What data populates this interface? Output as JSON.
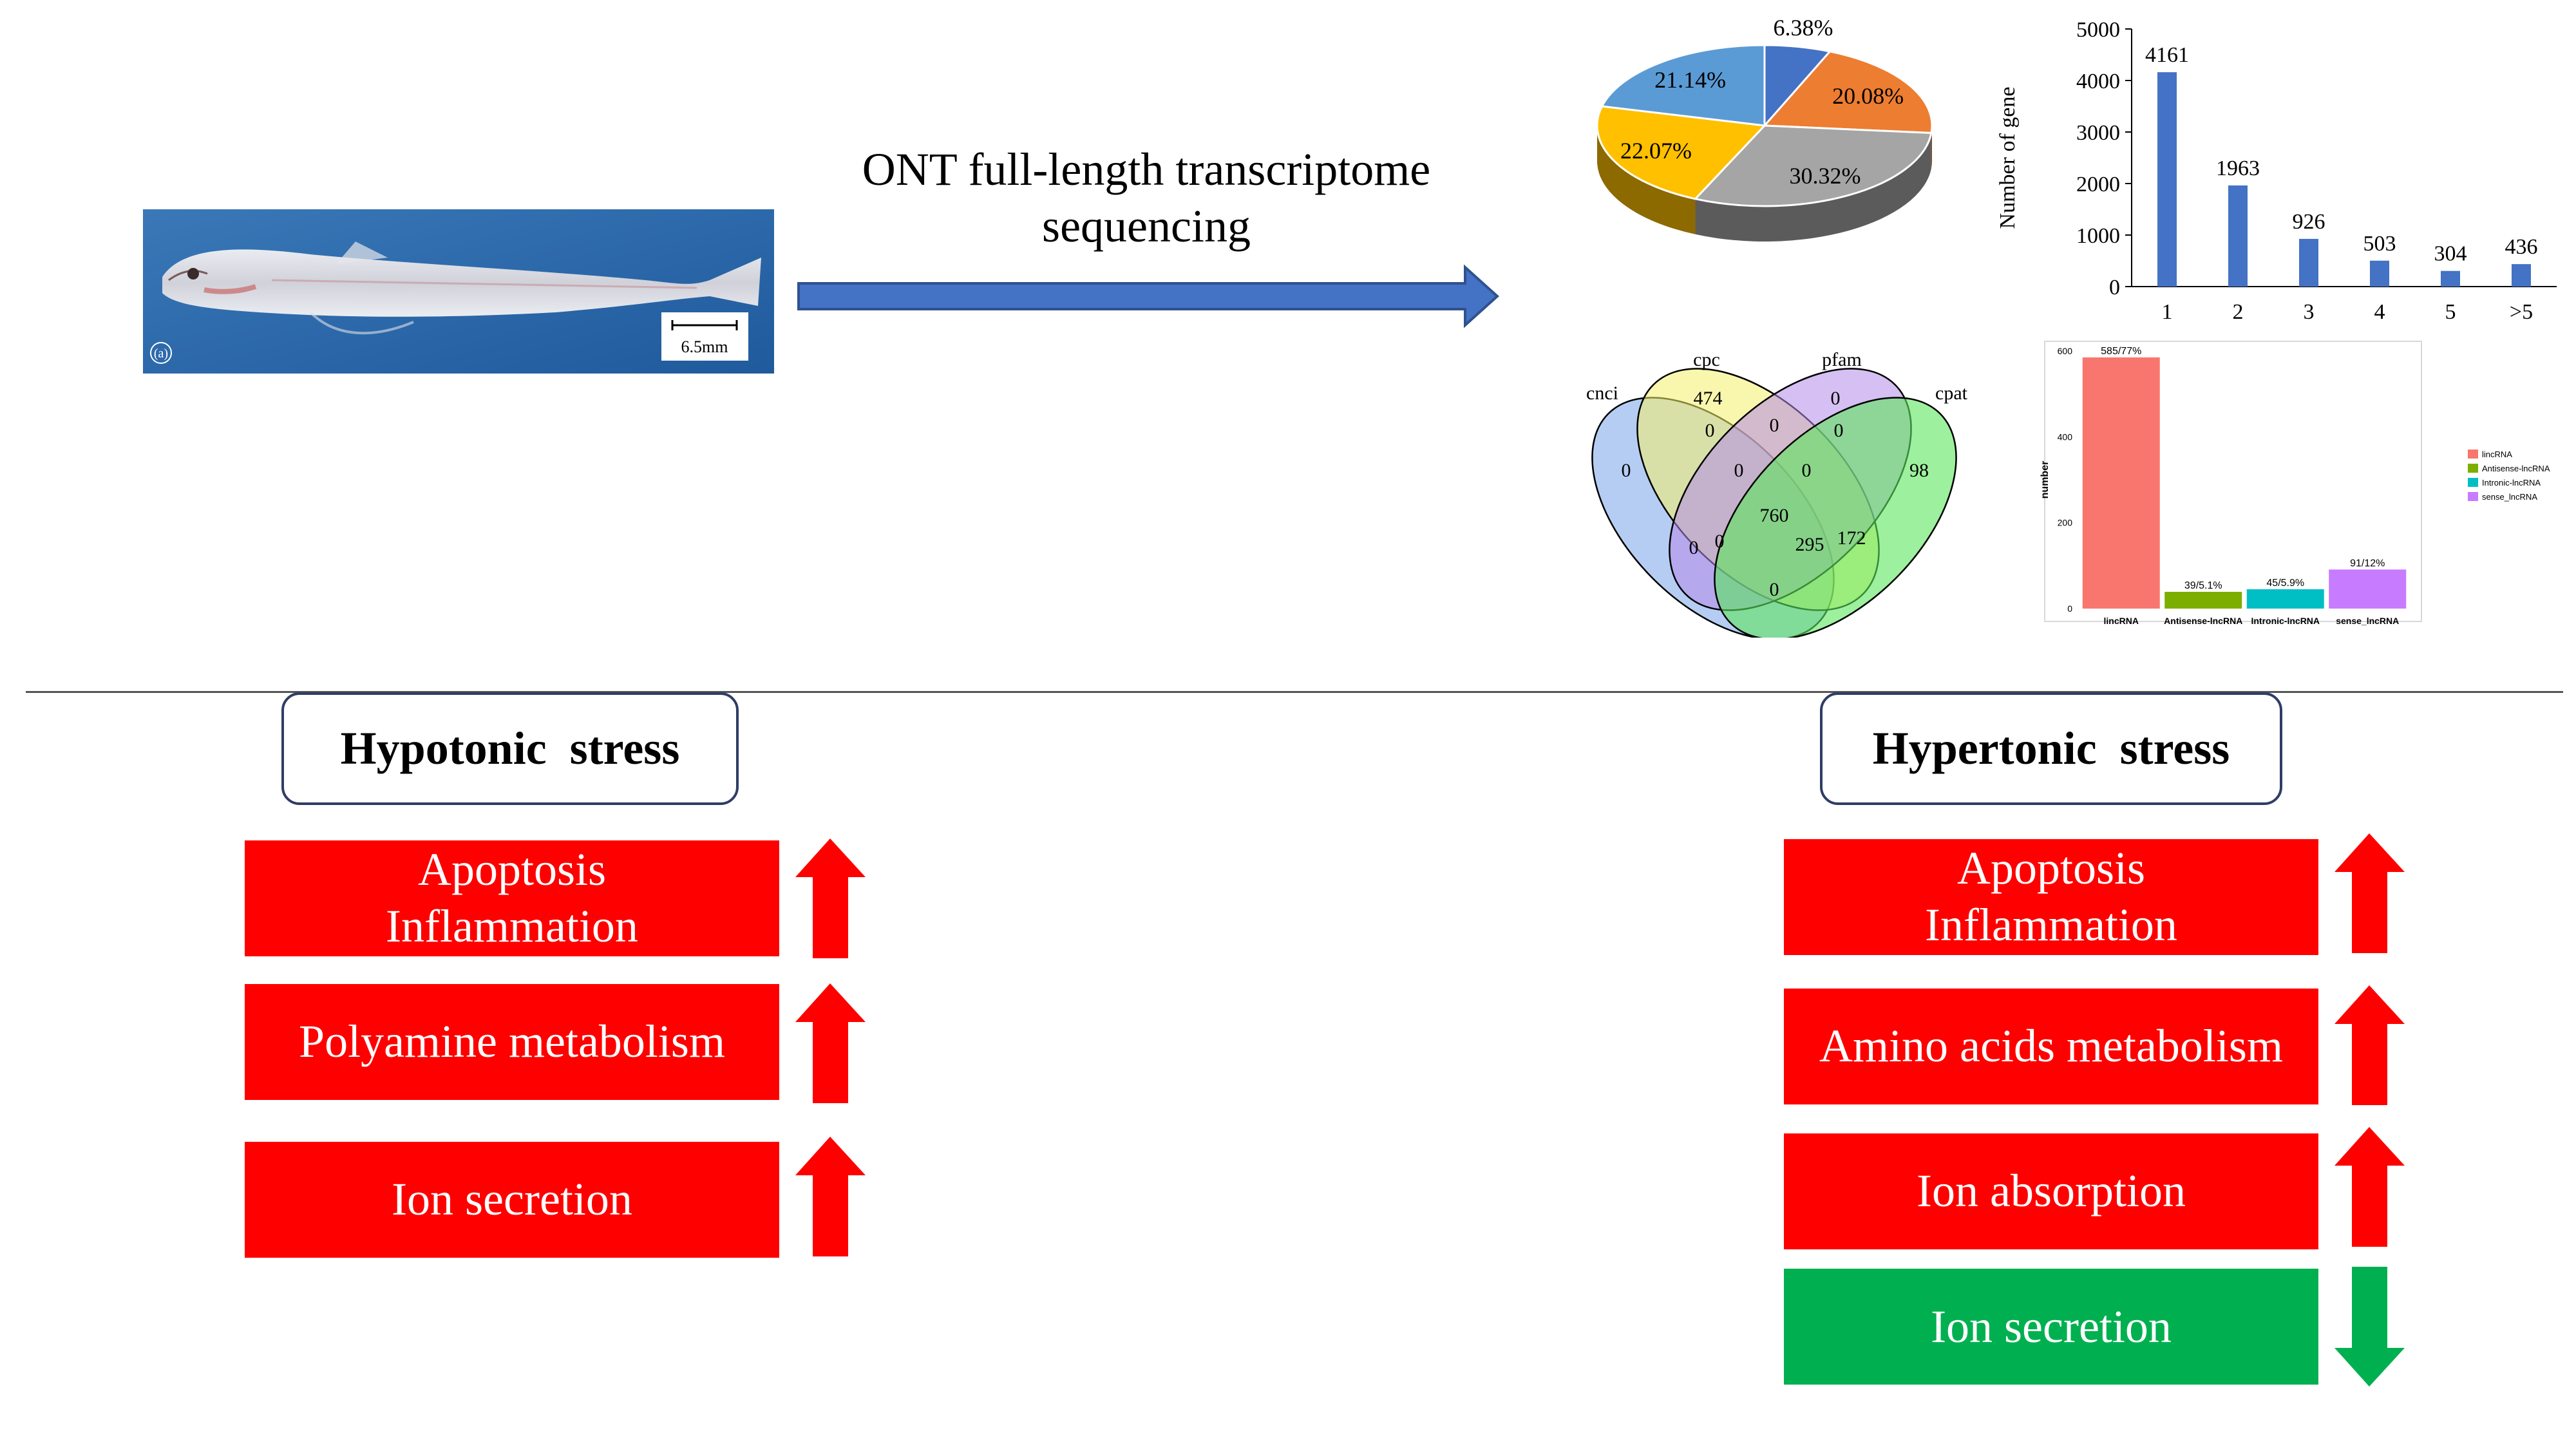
{
  "header": {
    "method_line1": "ONT full-length transcriptome",
    "method_line2": "sequencing"
  },
  "fish_photo": {
    "panel_label": "(a)",
    "scale_label": "6.5mm"
  },
  "pie": {
    "slices": [
      {
        "label": "6.38%",
        "value": 6.38,
        "color": "#4472c4"
      },
      {
        "label": "20.08%",
        "value": 20.08,
        "color": "#ed7d31"
      },
      {
        "label": "30.32%",
        "value": 30.32,
        "color": "#a5a5a5"
      },
      {
        "label": "22.07%",
        "value": 22.07,
        "color": "#ffc000"
      },
      {
        "label": "21.14%",
        "value": 21.14,
        "color": "#5b9bd5"
      }
    ]
  },
  "chart_data": [
    {
      "type": "bar",
      "ylabel": "Number of gene",
      "categories": [
        "1",
        "2",
        "3",
        "4",
        "5",
        ">5"
      ],
      "values": [
        4161,
        1963,
        926,
        503,
        304,
        436
      ],
      "ylim": [
        0,
        5000
      ],
      "yticks": [
        "0",
        "1000",
        "2000",
        "3000",
        "4000",
        "5000"
      ],
      "color": "#4472c4"
    },
    {
      "type": "bar",
      "ylabel": "number",
      "categories": [
        "lincRNA",
        "Antisense-lncRNA",
        "Intronic-lncRNA",
        "sense_lncRNA"
      ],
      "values": [
        585,
        39,
        45,
        91
      ],
      "labels": [
        "585/77%",
        "39/5.1%",
        "45/5.9%",
        "91/12%"
      ],
      "colors": [
        "#f8766d",
        "#7cae00",
        "#00bfc4",
        "#c77cff"
      ],
      "ylim": [
        0,
        600
      ],
      "yticks": [
        "0",
        "200",
        "400",
        "600"
      ],
      "legend": [
        "lincRNA",
        "Antisense-lncRNA",
        "Intronic-lncRNA",
        "sense_lncRNA"
      ],
      "legend_position": "right"
    }
  ],
  "venn": {
    "set_labels": [
      "cnci",
      "cpc",
      "pfam",
      "cpat"
    ],
    "regions": [
      "0",
      "474",
      "0",
      "98",
      "0",
      "0",
      "0",
      "0",
      "0",
      "760",
      "0",
      "172",
      "0",
      "295",
      "0"
    ]
  },
  "hypotonic": {
    "title": "Hypotonic  stress",
    "items": [
      {
        "line1": "Apoptosis",
        "line2": "Inflammation",
        "direction": "up"
      },
      {
        "line1": "Polyamine metabolism",
        "line2": "",
        "direction": "up"
      },
      {
        "line1": "Ion secretion",
        "line2": "",
        "direction": "up"
      }
    ]
  },
  "hypertonic": {
    "title": "Hypertonic  stress",
    "items": [
      {
        "line1": "Apoptosis",
        "line2": "Inflammation",
        "direction": "up"
      },
      {
        "line1": "Amino acids metabolism",
        "line2": "",
        "direction": "up"
      },
      {
        "line1": "Ion absorption",
        "line2": "",
        "direction": "up"
      },
      {
        "line1": "Ion secretion",
        "line2": "",
        "direction": "down"
      }
    ]
  },
  "colors": {
    "up_red": "#ff0000",
    "down_green": "#00b050",
    "flow_arrow": "#4472c4"
  }
}
